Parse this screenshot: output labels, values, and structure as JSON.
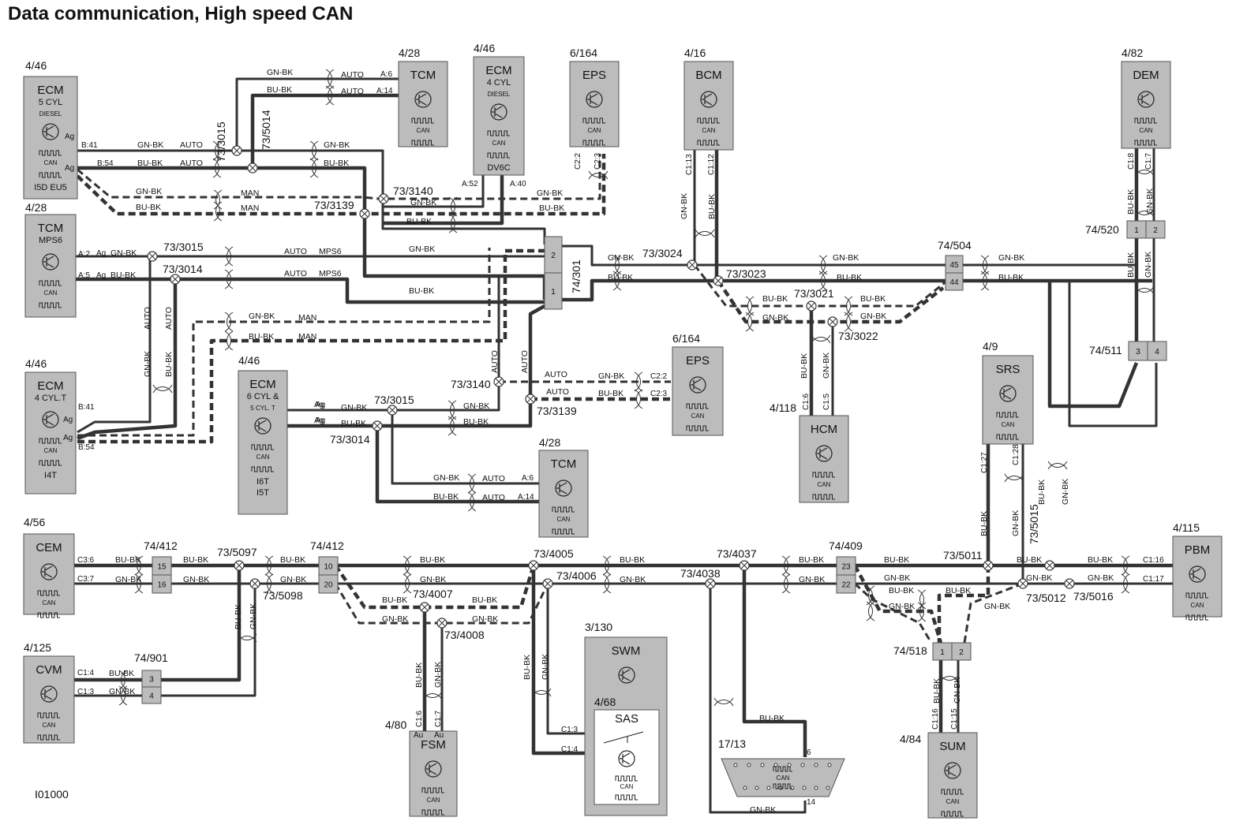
{
  "title": "Data communication, High speed CAN",
  "doc_code": "I01000",
  "glyphs": {
    "can": "CAN",
    "ag": "Ag",
    "au": "Au"
  },
  "modules": [
    {
      "id": "ecm1",
      "ref": "4/46",
      "name": "ECM",
      "subs": [
        "5 CYL",
        "DIESEL"
      ],
      "bottom": [
        "I5D EU5"
      ],
      "can": true
    },
    {
      "id": "tcm1",
      "ref": "4/28",
      "name": "TCM",
      "subs": [],
      "bottom": [],
      "can": true
    },
    {
      "id": "ecm2",
      "ref": "4/46",
      "name": "ECM",
      "subs": [
        "4 CYL",
        "DIESEL"
      ],
      "bottom": [
        "DV6C"
      ],
      "can": true
    },
    {
      "id": "eps1",
      "ref": "6/164",
      "name": "EPS",
      "subs": [],
      "bottom": [],
      "can": true
    },
    {
      "id": "bcm",
      "ref": "4/16",
      "name": "BCM",
      "subs": [],
      "bottom": [],
      "can": true
    },
    {
      "id": "dem",
      "ref": "4/82",
      "name": "DEM",
      "subs": [],
      "bottom": [],
      "can": true
    },
    {
      "id": "tcm2",
      "ref": "4/28",
      "name": "TCM",
      "subs": [
        "MPS6"
      ],
      "bottom": [],
      "can": true
    },
    {
      "id": "ecm3",
      "ref": "4/46",
      "name": "ECM",
      "subs": [
        "4 CYL.T"
      ],
      "bottom": [
        "I4T"
      ],
      "can": true
    },
    {
      "id": "ecm4",
      "ref": "4/46",
      "name": "ECM",
      "subs": [
        "6 CYL &",
        "5 CYL. T"
      ],
      "bottom": [
        "I6T",
        "I5T"
      ],
      "can": true
    },
    {
      "id": "eps2",
      "ref": "6/164",
      "name": "EPS",
      "subs": [],
      "bottom": [],
      "can": true
    },
    {
      "id": "hcm",
      "ref": "4/118",
      "name": "HCM",
      "subs": [],
      "bottom": [],
      "can": true
    },
    {
      "id": "srs",
      "ref": "4/9",
      "name": "SRS",
      "subs": [],
      "bottom": [],
      "can": true
    },
    {
      "id": "tcm3",
      "ref": "4/28",
      "name": "TCM",
      "subs": [],
      "bottom": [],
      "can": true
    },
    {
      "id": "cem",
      "ref": "4/56",
      "name": "CEM",
      "subs": [],
      "bottom": [],
      "can": true
    },
    {
      "id": "pbm",
      "ref": "4/115",
      "name": "PBM",
      "subs": [],
      "bottom": [],
      "can": true
    },
    {
      "id": "cvm",
      "ref": "4/125",
      "name": "CVM",
      "subs": [],
      "bottom": [],
      "can": true
    },
    {
      "id": "fsm",
      "ref": "4/80",
      "name": "FSM",
      "subs": [],
      "bottom": [],
      "can": true
    },
    {
      "id": "swm",
      "ref": "3/130",
      "name": "SWM",
      "subs": [],
      "bottom": [],
      "can": false
    },
    {
      "id": "sas",
      "ref": "4/68",
      "name": "SAS",
      "subs": [],
      "bottom": [],
      "can": true
    },
    {
      "id": "sum",
      "ref": "4/84",
      "name": "SUM",
      "subs": [],
      "bottom": [],
      "can": true
    },
    {
      "id": "dlc",
      "ref": "17/13",
      "name": "",
      "subs": [],
      "bottom": [],
      "can": true
    }
  ],
  "connectors": [
    {
      "id": "c74301",
      "ref": "74/301",
      "pins": [
        "2",
        "1"
      ]
    },
    {
      "id": "c74504",
      "ref": "74/504",
      "pins": [
        "45",
        "44"
      ]
    },
    {
      "id": "c74520",
      "ref": "74/520",
      "pins": [
        "1",
        "2"
      ]
    },
    {
      "id": "c74511",
      "ref": "74/511",
      "pins": [
        "3",
        "4"
      ]
    },
    {
      "id": "c74412a",
      "ref": "74/412",
      "pins": [
        "15",
        "16"
      ]
    },
    {
      "id": "c74412b",
      "ref": "74/412",
      "pins": [
        "10",
        "20"
      ]
    },
    {
      "id": "c74409",
      "ref": "74/409",
      "pins": [
        "23",
        "22"
      ]
    },
    {
      "id": "c74518",
      "ref": "74/518",
      "pins": [
        "1",
        "2"
      ]
    },
    {
      "id": "c74901",
      "ref": "74/901",
      "pins": [
        "3",
        "4"
      ]
    }
  ],
  "junctions": [
    "73/3015",
    "73/5014",
    "73/3140",
    "73/3139",
    "73/3015",
    "73/3014",
    "73/3024",
    "73/3023",
    "73/3021",
    "73/3022",
    "73/3140",
    "73/3139",
    "73/3015",
    "73/3014",
    "73/5097",
    "73/5098",
    "73/4005",
    "73/4006",
    "73/4007",
    "73/4008",
    "73/4037",
    "73/4038",
    "73/5011",
    "73/5012",
    "73/5015",
    "73/5016"
  ],
  "wire_labels": {
    "gn_bk": "GN-BK",
    "bu_bk": "BU-BK",
    "auto": "AUTO",
    "man": "MAN",
    "mps6": "MPS6"
  },
  "pin_labels": [
    "A:6",
    "A:14",
    "B:41",
    "B:54",
    "A:52",
    "A:40",
    "C2:2",
    "C2:3",
    "C1:13",
    "C1:12",
    "C1:8",
    "C1:7",
    "A:2",
    "A:5",
    "B:41",
    "B:54",
    "C1:6",
    "C1:5",
    "C1:27",
    "C1:28",
    "C2:2",
    "C2:3",
    "A:6",
    "A:14",
    "C3:6",
    "C3:7",
    "C1:16",
    "C1:17",
    "C1:4",
    "C1:3",
    "C1:6",
    "C1:7",
    "C1:3",
    "C1:4",
    "C1:16",
    "C1:15",
    "6",
    "14"
  ]
}
